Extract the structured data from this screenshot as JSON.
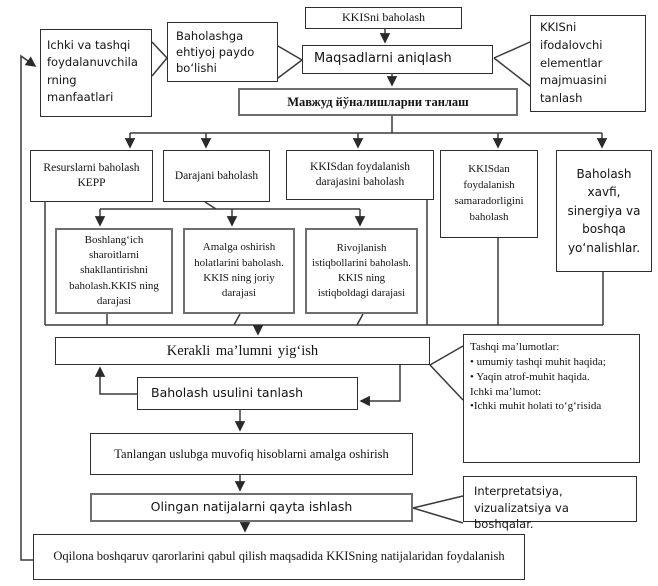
{
  "colors": {
    "background": "#ffffff",
    "box_border_dark": "#2f2f2f",
    "box_border_gray": "#6e6e6e",
    "connector_line": "#3a3a3a",
    "text": "#141414"
  },
  "nodes": {
    "kkisni_baholash": {
      "label": "KKISni baholash"
    },
    "maqsadlarni": {
      "label": "Maqsadlarni aniqlash"
    },
    "mavjud": {
      "label": "Мавжуд йўналишларни танлаш"
    },
    "ichki_tashqi": {
      "label": "Ichki va tashqi foydalanuvchila rning manfaatlari"
    },
    "baholashga": {
      "label": "Baholashga ehtiyoj paydo bo‘lishi"
    },
    "ifodalovchi": {
      "label": "KKISni ifodalovchi elementlar majmuasini tanlash"
    },
    "resurslarni": {
      "label": "Resurslarni baholash KEPP"
    },
    "darajani": {
      "label": "Darajani baholash"
    },
    "kkisdan_darajasini": {
      "label": "KKISdan foydalanish darajasini baholash"
    },
    "kkisdan_samaradorligini": {
      "label": "KKISdan foydalanish samaradorligini baholash"
    },
    "baholash_xavfi": {
      "label": "Baholash xavfi, sinergiya va boshqa yo‘nalishlar."
    },
    "boshlangich": {
      "label": "Boshlang‘ich sharoitlarni shakllantirishni baholash.KKIS ning darajasi"
    },
    "amalga": {
      "label": "Amalga oshirish holatlarini baholash. KKIS ning joriy darajasi"
    },
    "rivojlanish": {
      "label": "Rivojlanish istiqbollarini baholash. KKIS ning istiqboldagi darajasi"
    },
    "kerakli": {
      "label": "Kerakli ma’lumni yig‘ish"
    },
    "baholash_usulini": {
      "label": "Baholash usulini tanlash"
    },
    "tashqi": {
      "label": "Tashqi ma’lumotlar:\n• umumiy tashqi muhit haqida;\n• Yaqin atrof-muhit haqida.\nIchki ma’lumot:\n•Ichki muhit holati to‘g‘risida"
    },
    "tanlangan": {
      "label": "Tanlangan uslubga muvofiq hisoblarni amalga oshirish"
    },
    "olingan": {
      "label": "Olingan natijalarni qayta ishlash"
    },
    "interpretatsiya": {
      "label": "Interpretatsiya,\nvizualizatsiya  va boshqalar."
    },
    "oqilona": {
      "label": "Oqilona boshqaruv qarorlarini qabul qilish maqsadida  KKISning natijalaridan foydalanish"
    }
  }
}
